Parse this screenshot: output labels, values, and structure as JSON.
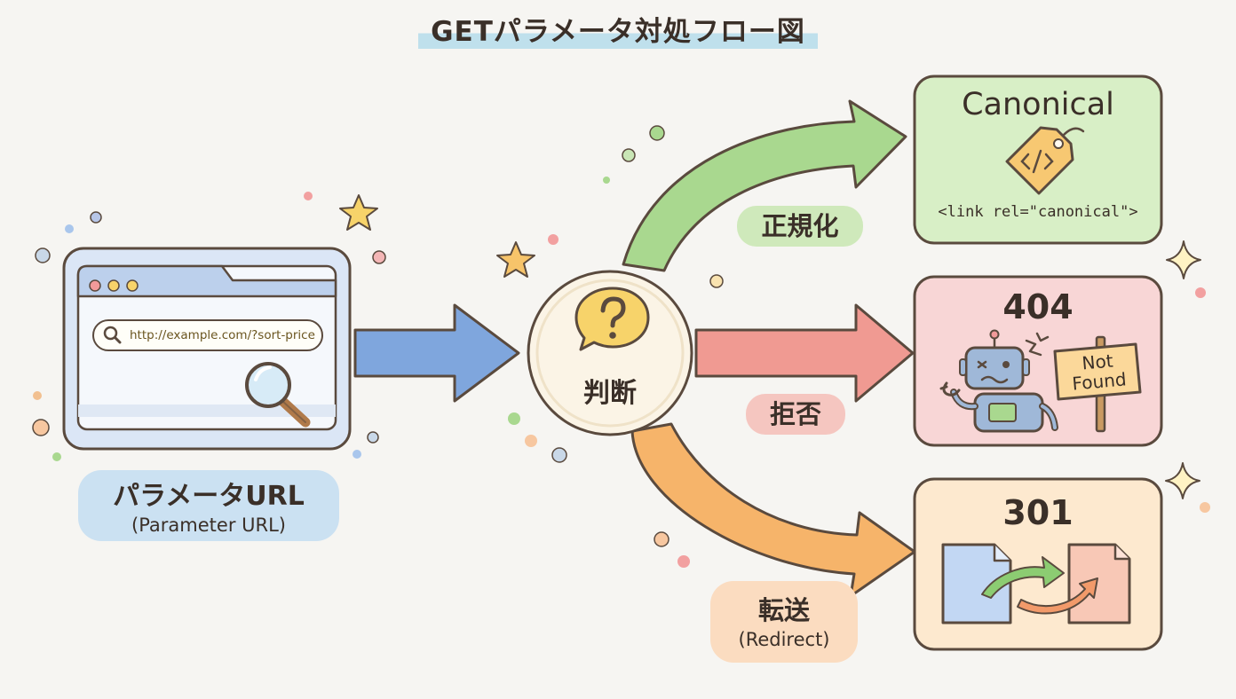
{
  "title": "GETパラメータ対処フロー図",
  "source": {
    "url": "http://example.com/?sort-price",
    "label": "パラメータURL",
    "sublabel": "(Parameter URL)"
  },
  "decision": {
    "label": "判断"
  },
  "branches": [
    {
      "pill": "正規化",
      "box_title": "Canonical",
      "box_text": "<link rel=\"canonical\">",
      "color": "#a9d88f"
    },
    {
      "pill": "拒否",
      "box_title": "404",
      "sign": "Not Found",
      "color": "#f09a92"
    },
    {
      "pill": "転送",
      "pill_sub": "(Redirect)",
      "box_title": "301",
      "color": "#f6b46a"
    }
  ],
  "colors": {
    "source_arrow": "#7fa6dd",
    "canonical_box": "#d8efc6",
    "notfound_box": "#f8d6d6",
    "redirect_box": "#fde9cf"
  }
}
